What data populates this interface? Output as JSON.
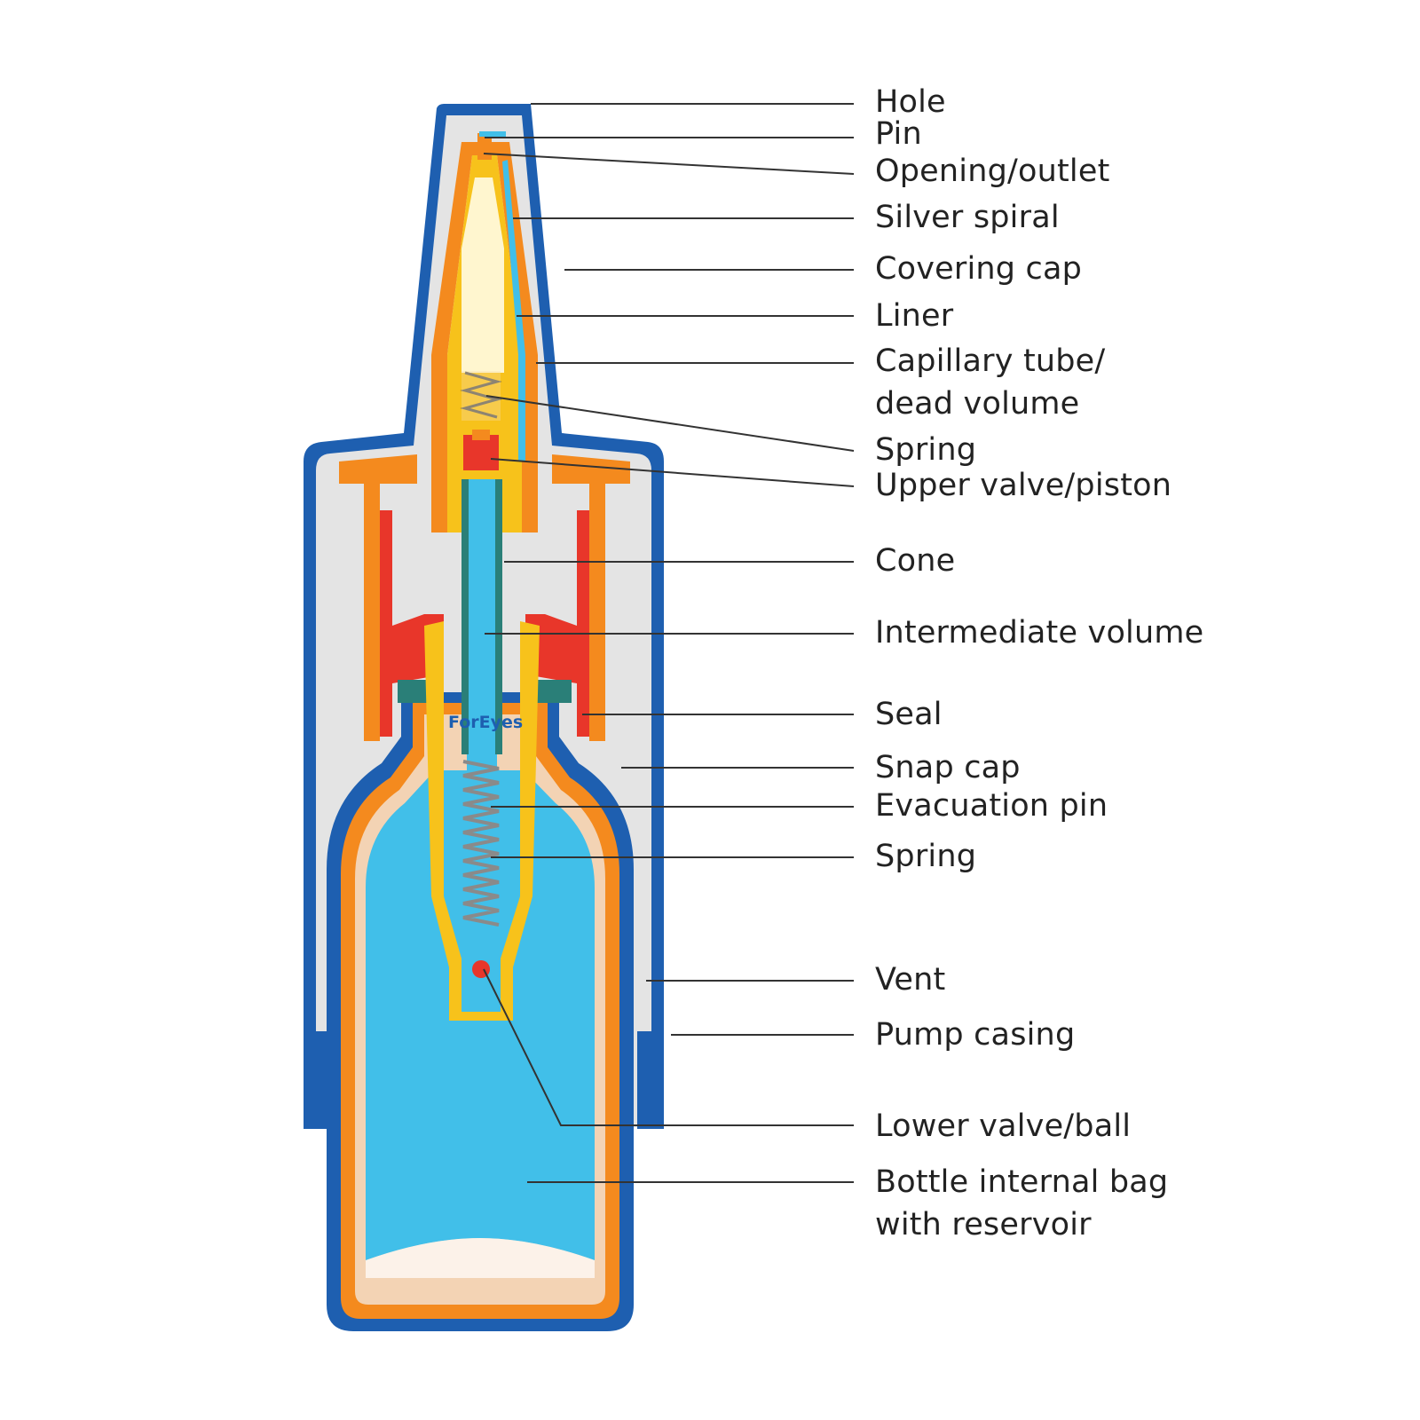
{
  "colors": {
    "casing_blue": "#1e5fb0",
    "orange": "#f48a1e",
    "yellow": "#f7c21b",
    "red": "#e8362a",
    "liquid": "#41bfe9",
    "teal": "#2a7f78",
    "pale_gray": "#e6e6e6",
    "leader_line": "#333333"
  },
  "watermark": "ForEyes",
  "labels": [
    {
      "id": "hole",
      "text": "Hole"
    },
    {
      "id": "pin",
      "text": "Pin"
    },
    {
      "id": "opening-outlet",
      "text": "Opening/outlet"
    },
    {
      "id": "silver-spiral",
      "text": "Silver spiral"
    },
    {
      "id": "covering-cap",
      "text": "Covering cap"
    },
    {
      "id": "liner",
      "text": "Liner"
    },
    {
      "id": "capillary-tube",
      "text": "Capillary tube/\ndead volume"
    },
    {
      "id": "spring-upper",
      "text": "Spring"
    },
    {
      "id": "upper-valve",
      "text": "Upper valve/piston"
    },
    {
      "id": "cone",
      "text": "Cone"
    },
    {
      "id": "intermediate-volume",
      "text": "Intermediate volume"
    },
    {
      "id": "seal",
      "text": "Seal"
    },
    {
      "id": "snap-cap",
      "text": "Snap cap"
    },
    {
      "id": "evacuation-pin",
      "text": "Evacuation pin"
    },
    {
      "id": "spring-lower",
      "text": "Spring"
    },
    {
      "id": "vent",
      "text": "Vent"
    },
    {
      "id": "pump-casing",
      "text": "Pump casing"
    },
    {
      "id": "lower-valve",
      "text": "Lower valve/ball"
    },
    {
      "id": "bottle-bag",
      "text": "Bottle internal bag\nwith reservoir"
    }
  ]
}
